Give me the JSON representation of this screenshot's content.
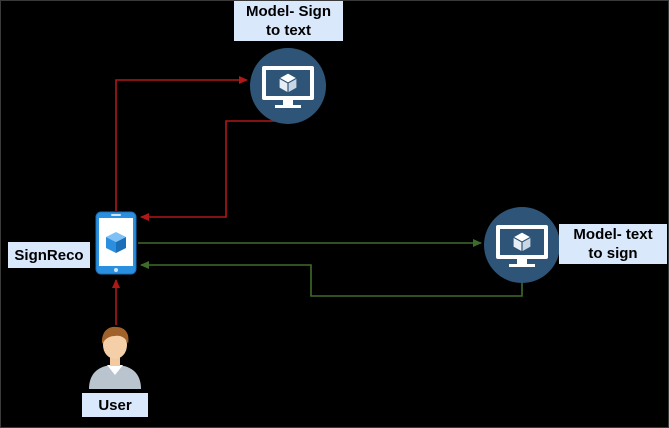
{
  "labels": {
    "model_sign_to_text": "Model- Sign\nto text",
    "model_text_to_sign": "Model- text\nto sign",
    "app": "SignReco",
    "user": "User"
  },
  "icons": {
    "model_sign_to_text": "monitor-cube-icon",
    "model_text_to_sign": "monitor-cube-icon",
    "app": "smartphone-icon",
    "user": "user-avatar-icon"
  },
  "colors": {
    "background": "#000000",
    "label_fill": "#dae8fc",
    "node_fill": "#2e5578",
    "flow_sign_to_text": "#b01818",
    "flow_text_to_sign": "#3f6b2a",
    "phone_accent": "#2b8fe0"
  }
}
